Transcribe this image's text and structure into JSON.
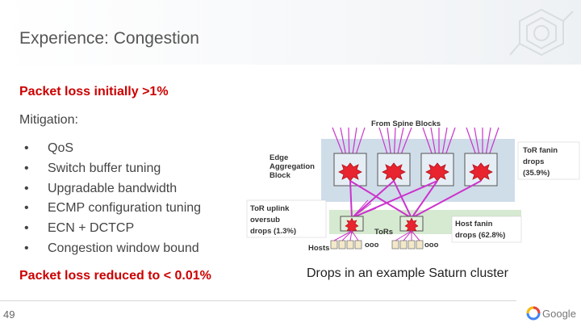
{
  "slide": {
    "title": "Experience: Congestion",
    "loss_initial": "Packet loss initially >1%",
    "mitigation_label": "Mitigation:",
    "bullet_glyph": "•",
    "bullets": [
      "QoS",
      "Switch buffer tuning",
      "Upgradable bandwidth",
      "ECMP configuration tuning",
      "ECN + DCTCP",
      "Congestion window bound"
    ],
    "loss_reduced": "Packet loss reduced to < 0.01%",
    "caption": "Drops in an example Saturn cluster",
    "page_number": "49",
    "brand": "Google"
  },
  "diagram": {
    "top_label": "From Spine Blocks",
    "edge_label": [
      "Edge",
      "Aggregation",
      "Block"
    ],
    "tor_fanin": [
      "ToR fanin",
      "drops",
      "(35.9%)"
    ],
    "tor_uplink": [
      "ToR uplink",
      "oversub",
      "drops (1.3%)"
    ],
    "tors_label": "ToRs",
    "host_fanin": [
      "Host fanin",
      "drops (62.8%)"
    ],
    "hosts_label": "Hosts",
    "ellipsis": "ooo"
  },
  "colors": {
    "accent_red": "#cc0000",
    "arrow_magenta": "#cc33cc",
    "block_blue": "#cfdde9",
    "label_green": "#d5ead0",
    "burst_red": "#e8242f"
  },
  "icons": [
    "hexagon-logo-icon",
    "google-logo",
    "drop-burst-icon",
    "arrow-icon"
  ]
}
